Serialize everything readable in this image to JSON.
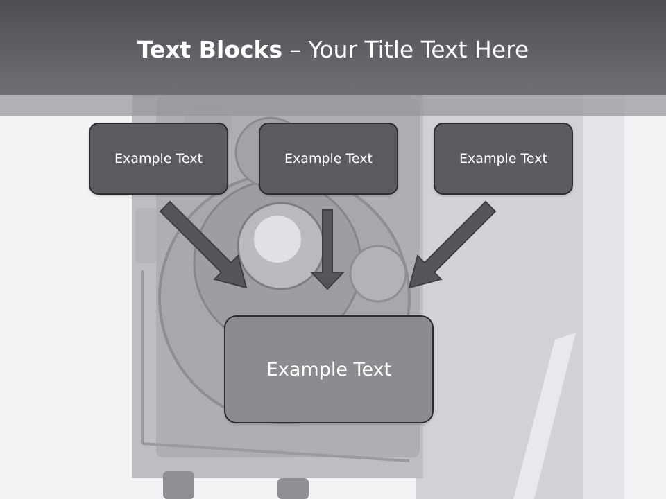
{
  "slide": {
    "title_bold": "Text Blocks",
    "title_dash": " – ",
    "title_rest": "Your Title Text Here",
    "top_boxes": [
      "Example Text",
      "Example Text",
      "Example Text"
    ],
    "main_box": "Example Text"
  },
  "colors": {
    "header": "#5c5d62",
    "box_fill": "#5a5b60",
    "main_box_fill": "#8c8c90",
    "arrow_fill": "#55565b"
  }
}
